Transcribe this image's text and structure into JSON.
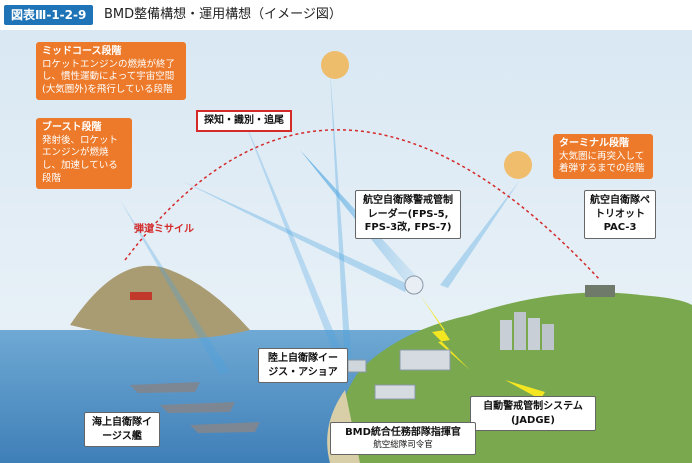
{
  "header": {
    "figure_number": "図表Ⅲ-1-2-9",
    "title": "BMD整備構想・運用構想（イメージ図）"
  },
  "labels": {
    "midcourse_title": "ミッドコース段階",
    "midcourse_desc": "ロケットエンジンの燃焼が終了し、慣性運動によって宇宙空間(大気圏外)を飛行している段階",
    "boost_title": "ブースト段階",
    "boost_desc": "発射後、ロケットエンジンが燃焼し、加速している段階",
    "terminal_title": "ターミナル段階",
    "terminal_desc": "大気圏に再突入して着弾するまでの段階",
    "detect": "探知・識別・追尾",
    "ballistic_missile": "弾道ミサイル",
    "radar": "航空自衛隊警戒管制レーダー(FPS-5, FPS-3改, FPS-7)",
    "patriot": "航空自衛隊ペトリオットPAC-3",
    "aegis_ashore": "陸上自衛隊イージス・アショア",
    "jadge": "自動警戒管制システム(JADGE)",
    "bmd_command": "BMD統合任務部隊指揮官",
    "air_defense_command": "航空総隊司令官",
    "aegis_ship": "海上自衛隊イージス艦"
  }
}
